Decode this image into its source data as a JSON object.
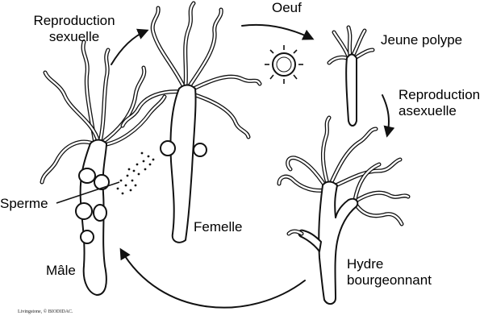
{
  "labels": {
    "reproduction_sexuelle": [
      "Reproduction",
      "sexuelle"
    ],
    "oeuf": "Oeuf",
    "jeune_polype": "Jeune polype",
    "reproduction_asexuelle": [
      "Reproduction",
      "asexuelle"
    ],
    "sperme": "Sperme",
    "femelle": "Femelle",
    "male": "Mâle",
    "hydre_bourgeonnant": [
      "Hydre",
      "bourgeonnant"
    ]
  },
  "credit": "Livingstone, © BIODIDAC.",
  "colors": {
    "ink": "#111111",
    "background": "#ffffff"
  }
}
